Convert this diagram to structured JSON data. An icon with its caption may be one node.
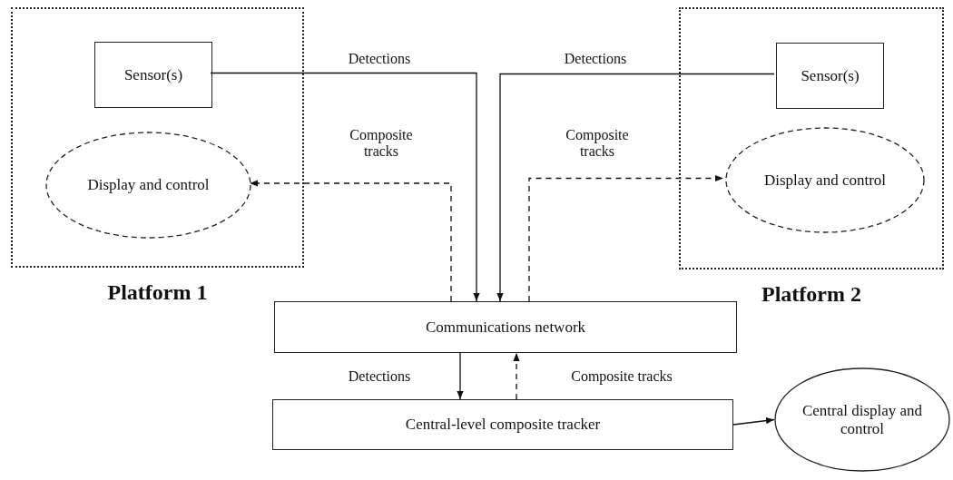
{
  "diagram": {
    "nodes": [
      {
        "text": [
          "Platform 1"
        ]
      },
      {
        "text": [
          "Sensor(s)"
        ],
        "in": 0
      },
      {
        "text": [
          "Display and control"
        ],
        "in": 0
      },
      {
        "text": [
          "Platform 2"
        ]
      },
      {
        "text": [
          "Sensor(s)"
        ],
        "in": 3
      },
      {
        "text": [
          "Display and control"
        ],
        "in": 3
      },
      {
        "text": [
          "Communications network"
        ]
      },
      {
        "text": [
          "Central-level composite tracker"
        ]
      },
      {
        "text": [
          "Central display and control"
        ]
      }
    ],
    "edges": [
      {
        "from": 1,
        "to": 6,
        "arrow": "to",
        "label": "Detections"
      },
      {
        "from": 4,
        "to": 6,
        "arrow": "to",
        "label": "Detections"
      },
      {
        "from": 6,
        "to": 2,
        "arrow": "to",
        "label": "Composite tracks",
        "style": "dashed"
      },
      {
        "from": 6,
        "to": 5,
        "arrow": "to",
        "label": "Composite tracks",
        "style": "dashed"
      },
      {
        "from": 6,
        "to": 7,
        "arrow": "to",
        "label": "Detections"
      },
      {
        "from": 7,
        "to": 6,
        "arrow": "to",
        "label": "Composite tracks",
        "style": "dashed"
      },
      {
        "from": 7,
        "to": 8,
        "arrow": "to"
      }
    ]
  }
}
